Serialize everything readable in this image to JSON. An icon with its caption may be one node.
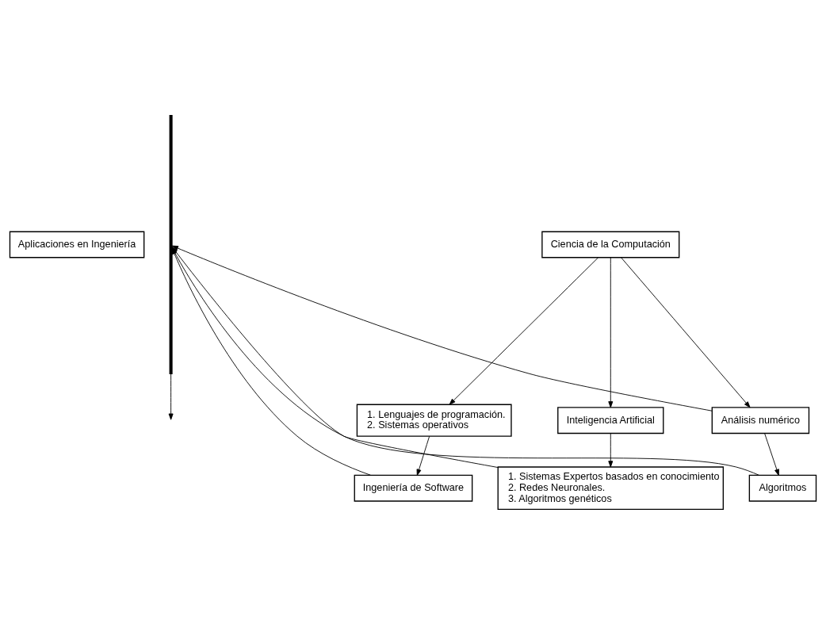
{
  "diagram": {
    "nodes": [
      {
        "text": [
          "Aplicaciones en Ingeniería"
        ]
      },
      {
        "text": [
          "Ciencia de la Computación"
        ]
      },
      {
        "text": [
          "Análisis numérico"
        ]
      },
      {
        "text": [
          "1. Lenguajes de programación.",
          "2. Sistemas operativos"
        ]
      },
      {
        "text": [
          "Inteligencia Artificial"
        ]
      },
      {
        "text": [
          "Algoritmos"
        ]
      },
      {
        "text": [
          "Ingeniería de Software"
        ]
      },
      {
        "text": [
          "1. Sistemas Expertos basados en conocimiento",
          "2. Redes Neuronales.",
          "3. Algoritmos genéticos"
        ]
      },
      {
        "text": [],
        "shape": "bar"
      }
    ],
    "edges": [
      {
        "from": 1,
        "to": 2,
        "arrow": "to"
      },
      {
        "from": 1,
        "to": 3,
        "arrow": "to"
      },
      {
        "from": 1,
        "to": 4,
        "arrow": "to"
      },
      {
        "from": 2,
        "to": 5,
        "arrow": "to"
      },
      {
        "from": 3,
        "to": 6,
        "arrow": "to"
      },
      {
        "from": 4,
        "to": 7,
        "arrow": "to"
      },
      {
        "from": 2,
        "to": 8,
        "arrow": "to"
      },
      {
        "from": 5,
        "to": 8,
        "arrow": "to"
      },
      {
        "from": 6,
        "to": 8,
        "arrow": "to"
      },
      {
        "from": 7,
        "to": 8,
        "arrow": "to"
      },
      {
        "from": 8,
        "to": null,
        "arrow": "to"
      }
    ]
  }
}
